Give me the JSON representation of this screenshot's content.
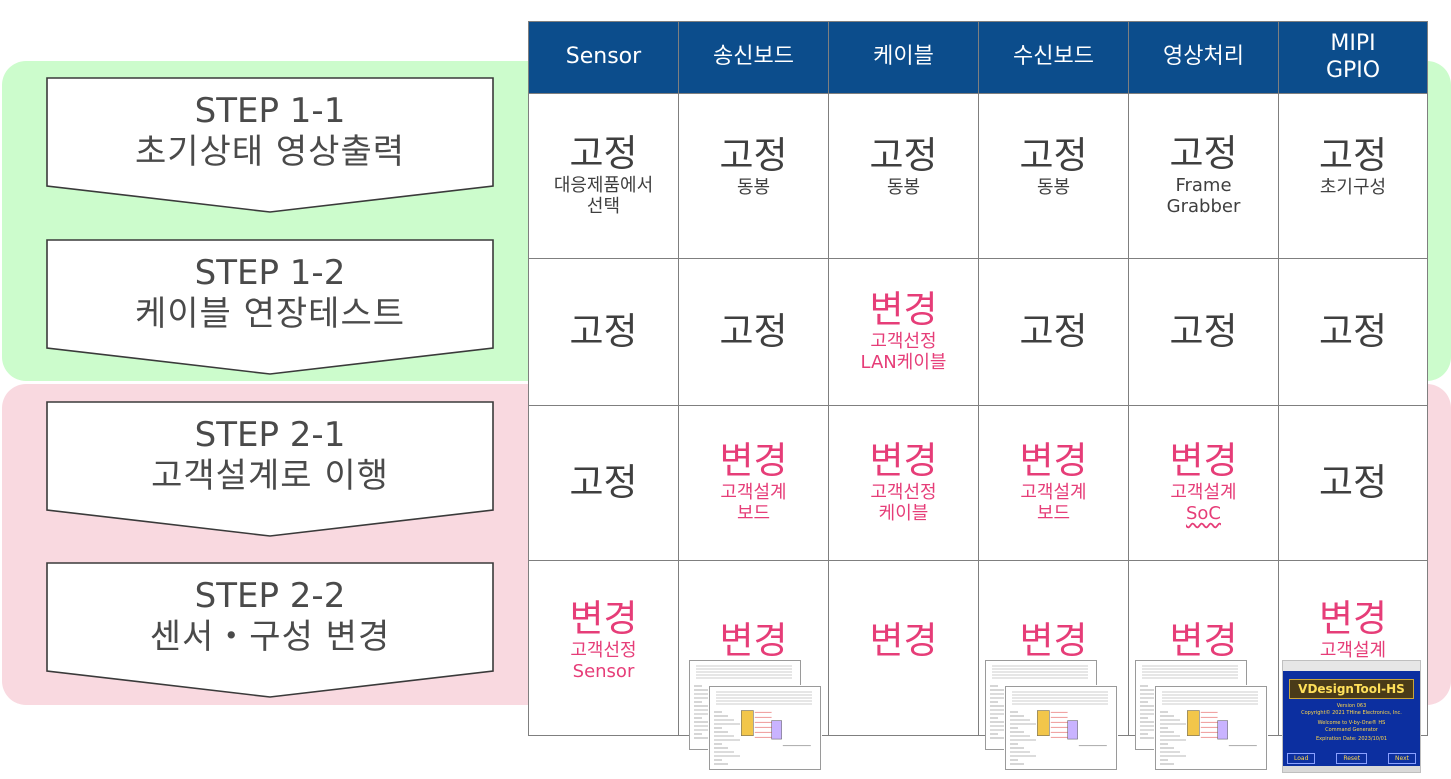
{
  "headers": [
    "Sensor",
    "송신보드",
    "케이블",
    "수신보드",
    "영상처리",
    "MIPI\nGPIO"
  ],
  "steps": [
    {
      "line1": "STEP 1-1",
      "line2": "초기상태  영상출력"
    },
    {
      "line1": "STEP 1-2",
      "line2": "케이블 연장테스트"
    },
    {
      "line1": "STEP 2-1",
      "line2": "고객설계로 이행"
    },
    {
      "line1": "STEP 2-2",
      "line2": "센서・구성 변경"
    }
  ],
  "rows": [
    [
      {
        "main": "고정",
        "sub": "대응제품에서\n선택",
        "changed": false
      },
      {
        "main": "고정",
        "sub": "동봉",
        "changed": false
      },
      {
        "main": "고정",
        "sub": "동봉",
        "changed": false
      },
      {
        "main": "고정",
        "sub": "동봉",
        "changed": false
      },
      {
        "main": "고정",
        "sub": "Frame\nGrabber",
        "changed": false
      },
      {
        "main": "고정",
        "sub": "초기구성",
        "changed": false
      }
    ],
    [
      {
        "main": "고정",
        "sub": "",
        "changed": false
      },
      {
        "main": "고정",
        "sub": "",
        "changed": false
      },
      {
        "main": "변경",
        "sub": "고객선정\nLAN케이블",
        "changed": true
      },
      {
        "main": "고정",
        "sub": "",
        "changed": false
      },
      {
        "main": "고정",
        "sub": "",
        "changed": false
      },
      {
        "main": "고정",
        "sub": "",
        "changed": false
      }
    ],
    [
      {
        "main": "고정",
        "sub": "",
        "changed": false
      },
      {
        "main": "변경",
        "sub": "고객설계\n보드",
        "changed": true
      },
      {
        "main": "변경",
        "sub": "고객선정\n케이블",
        "changed": true
      },
      {
        "main": "변경",
        "sub": "고객설계\n보드",
        "changed": true
      },
      {
        "main": "변경",
        "sub": "고객설계\nSoC",
        "changed": true
      },
      {
        "main": "고정",
        "sub": "",
        "changed": false
      }
    ],
    [
      {
        "main": "변경",
        "sub": "고객선정\nSensor",
        "changed": true
      },
      {
        "main": "변경",
        "sub": "",
        "changed": true
      },
      {
        "main": "변경",
        "sub": "",
        "changed": true
      },
      {
        "main": "변경",
        "sub": "",
        "changed": true
      },
      {
        "main": "변경",
        "sub": "",
        "changed": true
      },
      {
        "main": "변경",
        "sub": "고객설계\n구성",
        "changed": true
      }
    ]
  ],
  "tool_window": {
    "title": "VDesignTool-HS",
    "lines": [
      "Version 063",
      "Copyright© 2021 THine Electronics, Inc.",
      "Welcome to V-by-One® HS",
      "Command Generator",
      "Expiration Date:  2023/10/01"
    ],
    "buttons": [
      "Load",
      "Reset",
      "Next"
    ]
  },
  "colors": {
    "header_bg": "#0c4d8c",
    "changed_text": "#e63d78",
    "fixed_text": "#3f3f3f",
    "band_step1": "#ccfccc",
    "band_step2": "#f9d9e0"
  }
}
